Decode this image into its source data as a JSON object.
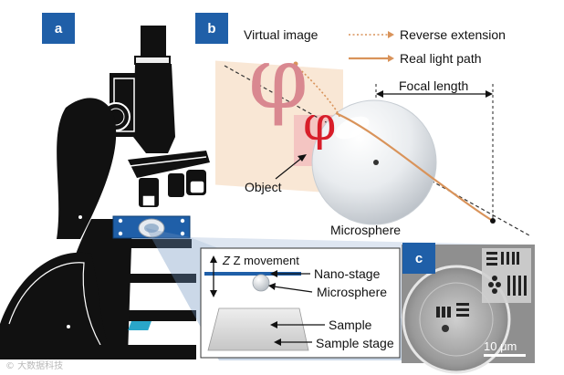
{
  "panels": {
    "a": "a",
    "b": "b",
    "c": "c"
  },
  "labels": {
    "virtual_image": "Virtual image",
    "reverse_extension": "Reverse extension",
    "real_light_path": "Real light path",
    "focal_length": "Focal length",
    "object": "Object",
    "microsphere_b": "Microsphere",
    "z_movement": "Z movement",
    "nano_stage": "Nano-stage",
    "microsphere_inset": "Microsphere",
    "sample": "Sample",
    "sample_stage": "Sample stage",
    "scale_bar": "10 μm"
  },
  "glyphs": {
    "phi": "φ"
  },
  "watermark": "© 大数据科技",
  "colors": {
    "badge": "#1f5fa8",
    "ray": "#d9935a",
    "virtual_phi": "#d98890",
    "object_phi": "#d81e2a",
    "inset_blue": "#1f5fa8"
  }
}
